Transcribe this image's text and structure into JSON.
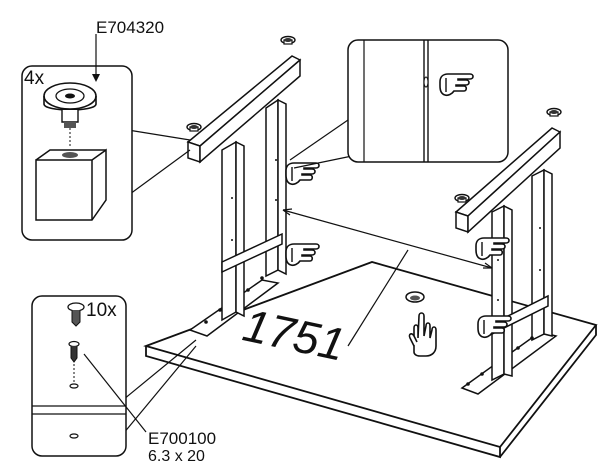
{
  "foot_callout": {
    "part_code": "E704320",
    "quantity": "4x"
  },
  "screw_callout": {
    "quantity": "10x",
    "part_code": "E700100",
    "size": "6.3 x 20"
  },
  "dimension": {
    "value": "1751"
  },
  "icons": {
    "hand_pointer": "hand-pointing-right-icon",
    "hand_up": "hand-pointing-up-icon"
  }
}
